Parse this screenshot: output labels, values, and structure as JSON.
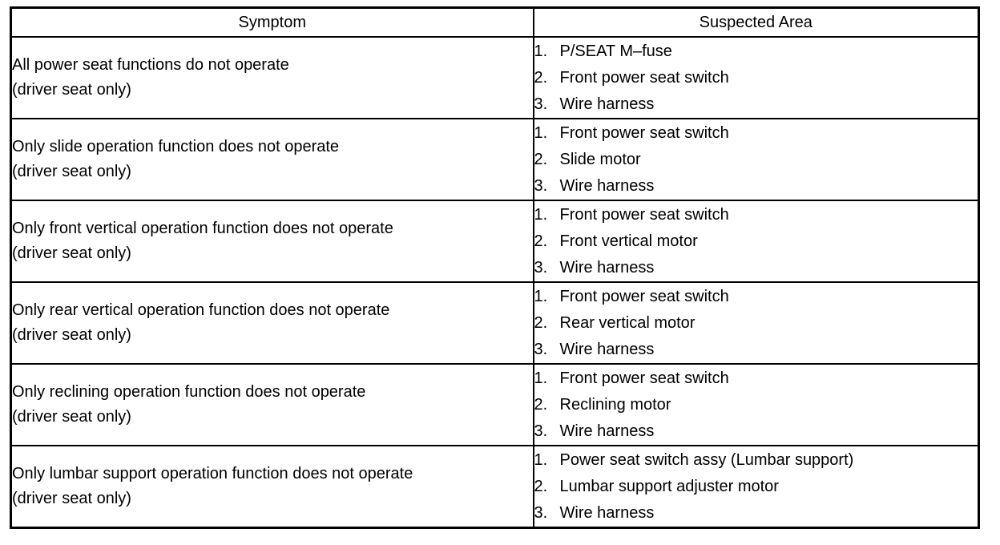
{
  "headers": {
    "symptom": "Symptom",
    "suspected_area": "Suspected Area"
  },
  "rows": [
    {
      "symptom_line1": "All power seat functions do not operate",
      "symptom_line2": "(driver seat only)",
      "areas": [
        {
          "num": "1.",
          "text": "P/SEAT M–fuse"
        },
        {
          "num": "2.",
          "text": "Front power seat switch"
        },
        {
          "num": "3.",
          "text": "Wire harness"
        }
      ]
    },
    {
      "symptom_line1": "Only slide operation function does not operate",
      "symptom_line2": "(driver seat only)",
      "areas": [
        {
          "num": "1.",
          "text": "Front power seat switch"
        },
        {
          "num": "2.",
          "text": "Slide motor"
        },
        {
          "num": "3.",
          "text": "Wire harness"
        }
      ]
    },
    {
      "symptom_line1": "Only front vertical operation function does not operate",
      "symptom_line2": "(driver seat only)",
      "areas": [
        {
          "num": "1.",
          "text": "Front power seat switch"
        },
        {
          "num": "2.",
          "text": "Front vertical motor"
        },
        {
          "num": "3.",
          "text": "Wire harness"
        }
      ]
    },
    {
      "symptom_line1": "Only rear vertical operation function does not operate",
      "symptom_line2": "(driver seat only)",
      "areas": [
        {
          "num": "1.",
          "text": "Front power seat switch"
        },
        {
          "num": "2.",
          "text": "Rear vertical motor"
        },
        {
          "num": "3.",
          "text": "Wire harness"
        }
      ]
    },
    {
      "symptom_line1": "Only reclining operation function does not operate",
      "symptom_line2": "(driver seat only)",
      "areas": [
        {
          "num": "1.",
          "text": "Front power seat switch"
        },
        {
          "num": "2.",
          "text": "Reclining motor"
        },
        {
          "num": "3.",
          "text": "Wire harness"
        }
      ]
    },
    {
      "symptom_line1": "Only lumbar support operation function does not operate",
      "symptom_line2": "(driver seat only)",
      "areas": [
        {
          "num": "1.",
          "text": "Power seat switch assy (Lumbar support)"
        },
        {
          "num": "2.",
          "text": "Lumbar support adjuster motor"
        },
        {
          "num": "3.",
          "text": "Wire harness"
        }
      ]
    }
  ]
}
